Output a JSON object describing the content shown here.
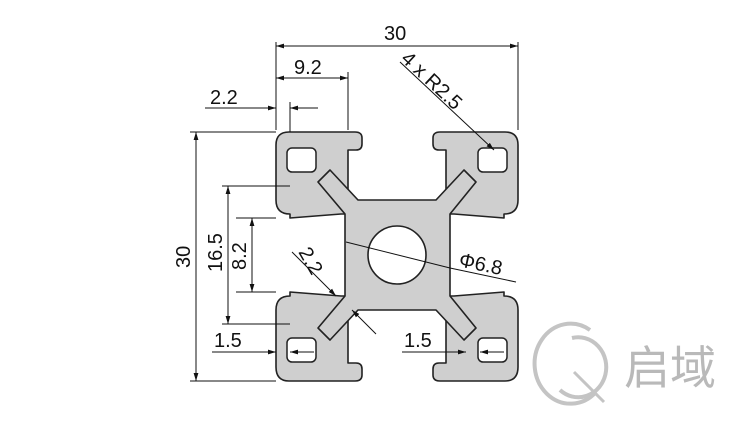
{
  "colors": {
    "profile_fill": "#cfcfcf",
    "profile_stroke": "#222222",
    "line": "#111111",
    "watermark": "#b9b9b9"
  },
  "dimensions": {
    "width_overall": "30",
    "slot_offset": "9.2",
    "lip_thickness": "2.2",
    "corner_radius": "4 x R2.5",
    "height_overall": "30",
    "inner_span": "16.5",
    "slot_opening": "8.2",
    "web_thickness": "2.2",
    "center_bore": "Φ6.8",
    "wall_left": "1.5",
    "wall_right": "1.5"
  },
  "watermark": {
    "text": "启域"
  }
}
